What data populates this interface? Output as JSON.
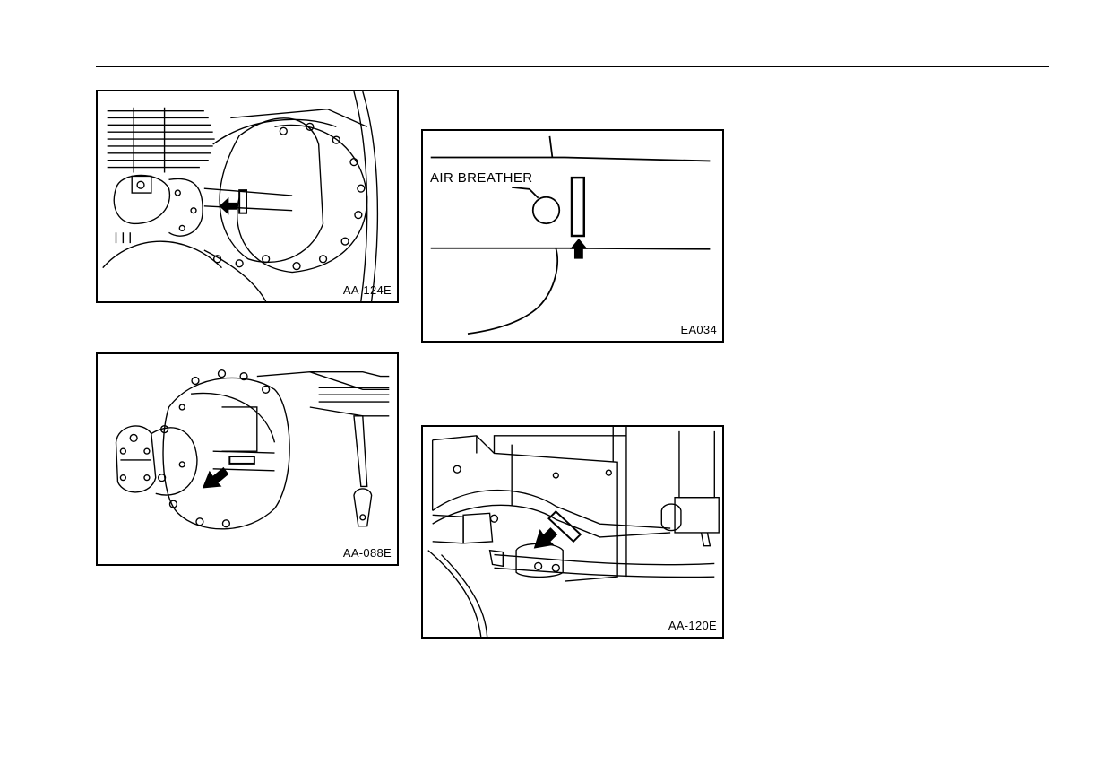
{
  "figures": {
    "fig1": {
      "code": "AA-124E"
    },
    "fig2": {
      "code": "AA-088E"
    },
    "fig3": {
      "code": "EA034",
      "callout": "AIR BREATHER"
    },
    "fig4": {
      "code": "AA-120E"
    }
  }
}
